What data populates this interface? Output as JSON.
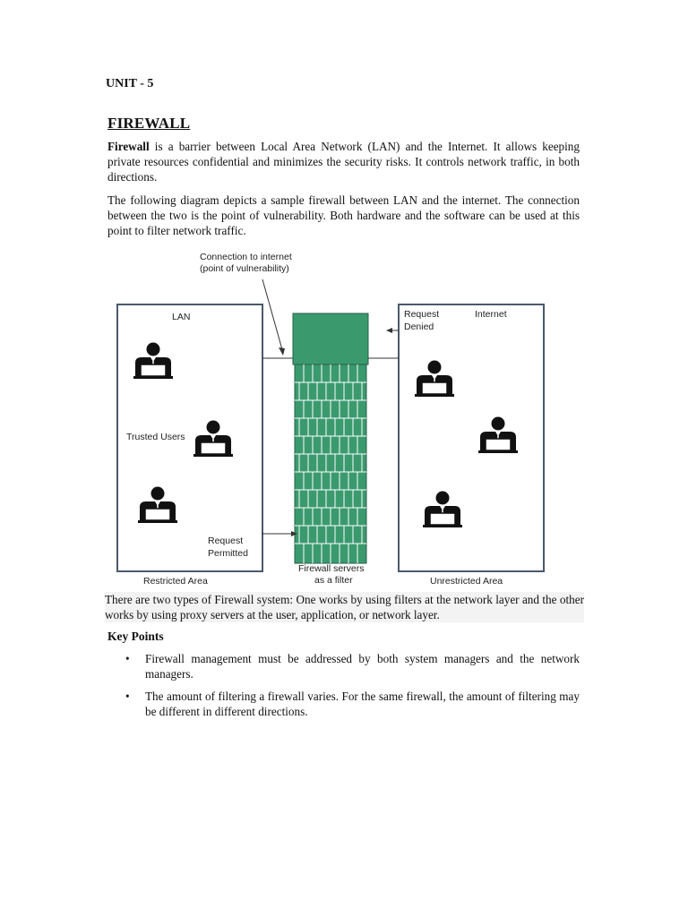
{
  "unit": "UNIT - 5",
  "heading": "FIREWALL",
  "intro": {
    "term": "Firewall",
    "text": " is a barrier between Local Area Network (LAN) and the Internet. It allows keeping private resources confidential and minimizes the security risks. It controls network traffic, in both directions."
  },
  "para2": "The following diagram depicts a sample firewall between LAN and the internet. The connection between the two is the point of vulnerability. Both hardware and the software can be used at this point to filter network traffic.",
  "diagram": {
    "connection_label_1": "Connection to internet",
    "connection_label_2": "(point of vulnerability)",
    "lan_label": "LAN",
    "trusted_users": "Trusted Users",
    "request_permitted_1": "Request",
    "request_permitted_2": "Permitted",
    "restricted_area": "Restricted Area",
    "firewall_label_1": "Firewall servers",
    "firewall_label_2": "as a filter",
    "request_denied_1": "Request",
    "request_denied_2": "Denied",
    "internet_label": "Internet",
    "unrestricted_area": "Unrestricted Area",
    "firewall_color": "#3a9a6e"
  },
  "para3": "There are two types of Firewall system: One works by using filters at the network layer and the other works by using proxy servers at the user, application, or network layer.",
  "key_points_title": "Key Points",
  "bullet_char": "•",
  "key_points": [
    "Firewall management must be addressed by both system managers and the network managers.",
    "The amount of filtering a firewall varies. For the same firewall, the amount of filtering may be different in different directions."
  ]
}
